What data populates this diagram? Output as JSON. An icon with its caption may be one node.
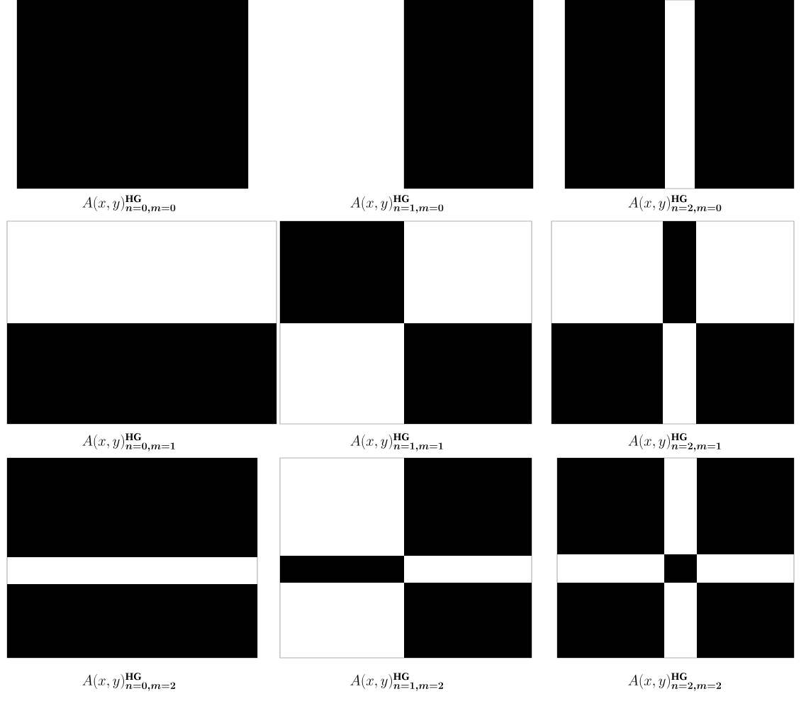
{
  "diagram": {
    "labels": [
      "A(x,y)^{\\mathbf{HG}}_{\\boldsymbol{n=0,m=0}}",
      "A(x,y)^{\\mathbf{HG}}_{\\boldsymbol{n=1,m=0}}",
      "A(x,y)^{\\mathbf{HG}}_{\\boldsymbol{n=2,m=0}}",
      "A(x,y)^{\\mathbf{HG}}_{\\boldsymbol{n=0,m=1}}",
      "A(x,y)^{\\mathbf{HG}}_{\\boldsymbol{n=1,m=1}}",
      "A(x,y)^{\\mathbf{HG}}_{\\boldsymbol{n=2,m=1}}",
      "A(x,y)^{\\mathbf{HG}}_{\\boldsymbol{n=0,m=2}}",
      "A(x,y)^{\\mathbf{HG}}_{\\boldsymbol{n=1,m=2}}",
      "A(x,y)^{\\mathbf{HG}}_{\\boldsymbol{n=2,m=2}}"
    ]
  }
}
